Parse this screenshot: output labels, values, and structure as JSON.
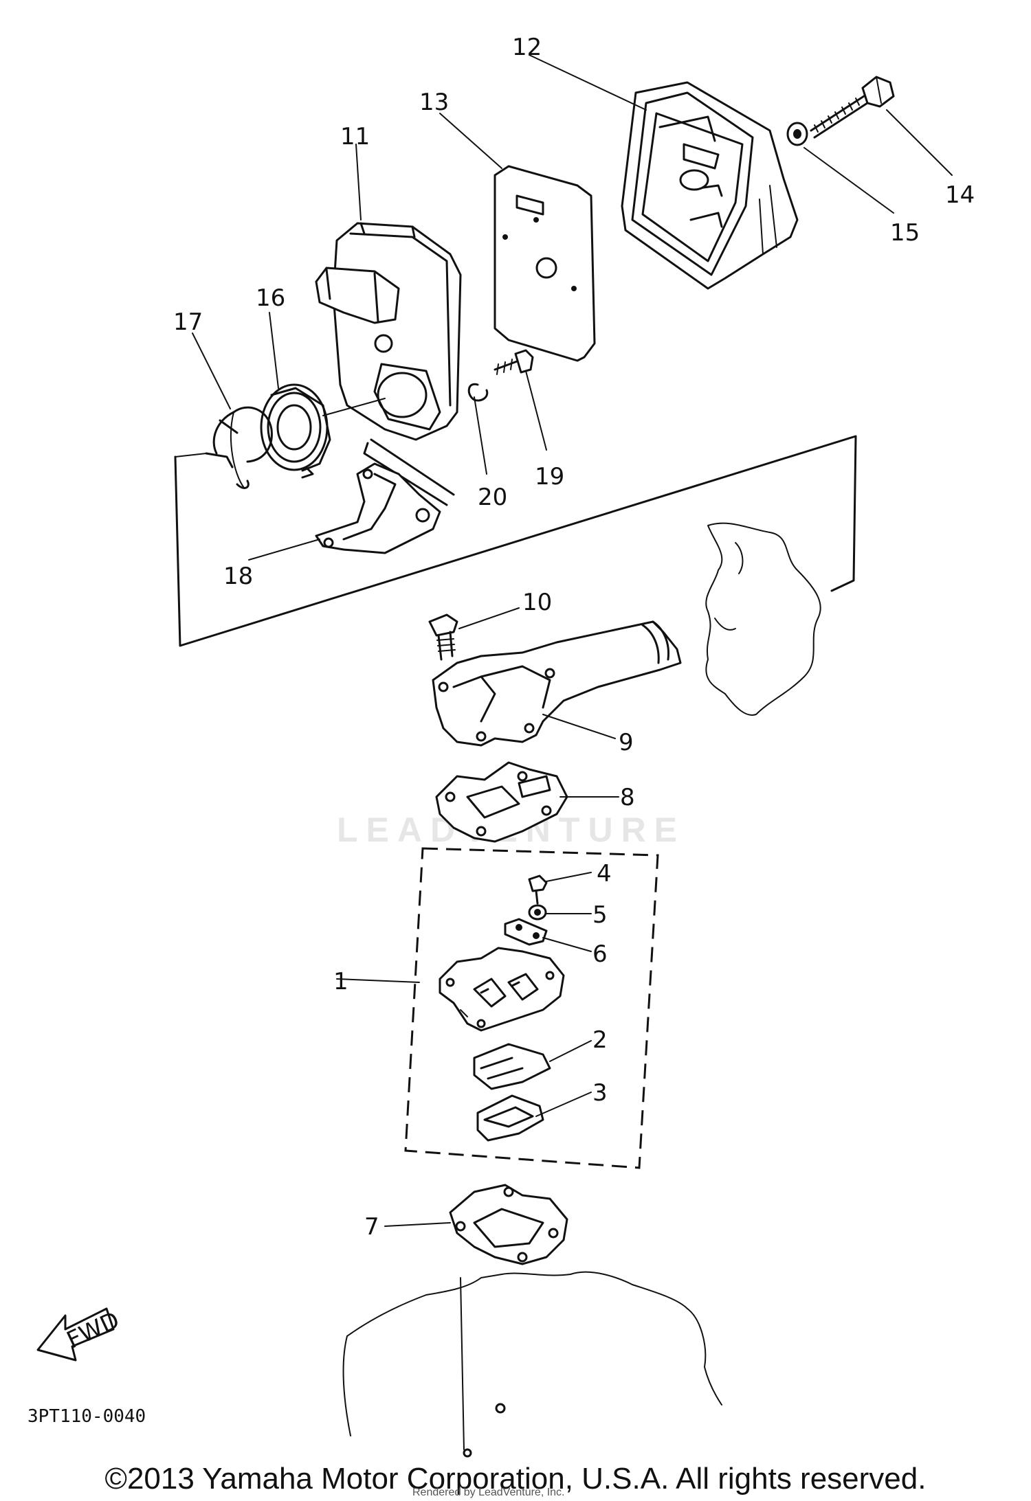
{
  "diagram": {
    "diagram_code": "3PT110-0040",
    "watermark": "LEADVENTURE",
    "fwd_label": "FWD",
    "callouts": {
      "c1": "1",
      "c2": "2",
      "c3": "3",
      "c4": "4",
      "c5": "5",
      "c6": "6",
      "c7": "7",
      "c8": "8",
      "c9": "9",
      "c10": "10",
      "c11": "11",
      "c12": "12",
      "c13": "13",
      "c14": "14",
      "c15": "15",
      "c16": "16",
      "c17": "17",
      "c18": "18",
      "c19": "19",
      "c20": "20"
    }
  },
  "footer": {
    "copyright": "©2013 Yamaha Motor Corporation, U.S.A. All rights reserved.",
    "rendered_by": "Rendered by LeadVenture, Inc."
  }
}
